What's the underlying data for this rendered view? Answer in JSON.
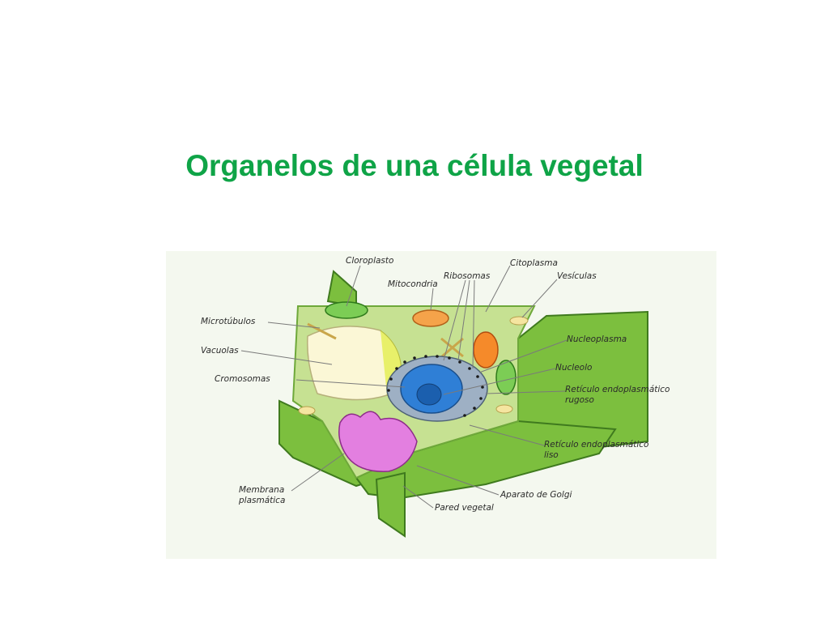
{
  "slide": {
    "title": "Organelos de una célula vegetal"
  },
  "diagram": {
    "labels": {
      "cloroplasto": "Cloroplasto",
      "citoplasma": "Citoplasma",
      "ribosomas": "Ribosomas",
      "mitocondria": "Mitocondria",
      "vesiculas": "Vesículas",
      "microtubulos": "Microtúbulos",
      "vacuolas": "Vacuolas",
      "cromosomas": "Cromosomas",
      "nucleoplasma": "Nucleoplasma",
      "nucleolo": "Nucleolo",
      "rer_line1": "Retículo endoplasmático",
      "rer_line2": "rugoso",
      "rel_line1": "Retículo endoplasmático",
      "rel_line2": "liso",
      "membrana_line1": "Membrana",
      "membrana_line2": "plasmática",
      "aparato_golgi": "Aparato de Golgi",
      "pared_vegetal": "Pared vegetal"
    }
  }
}
